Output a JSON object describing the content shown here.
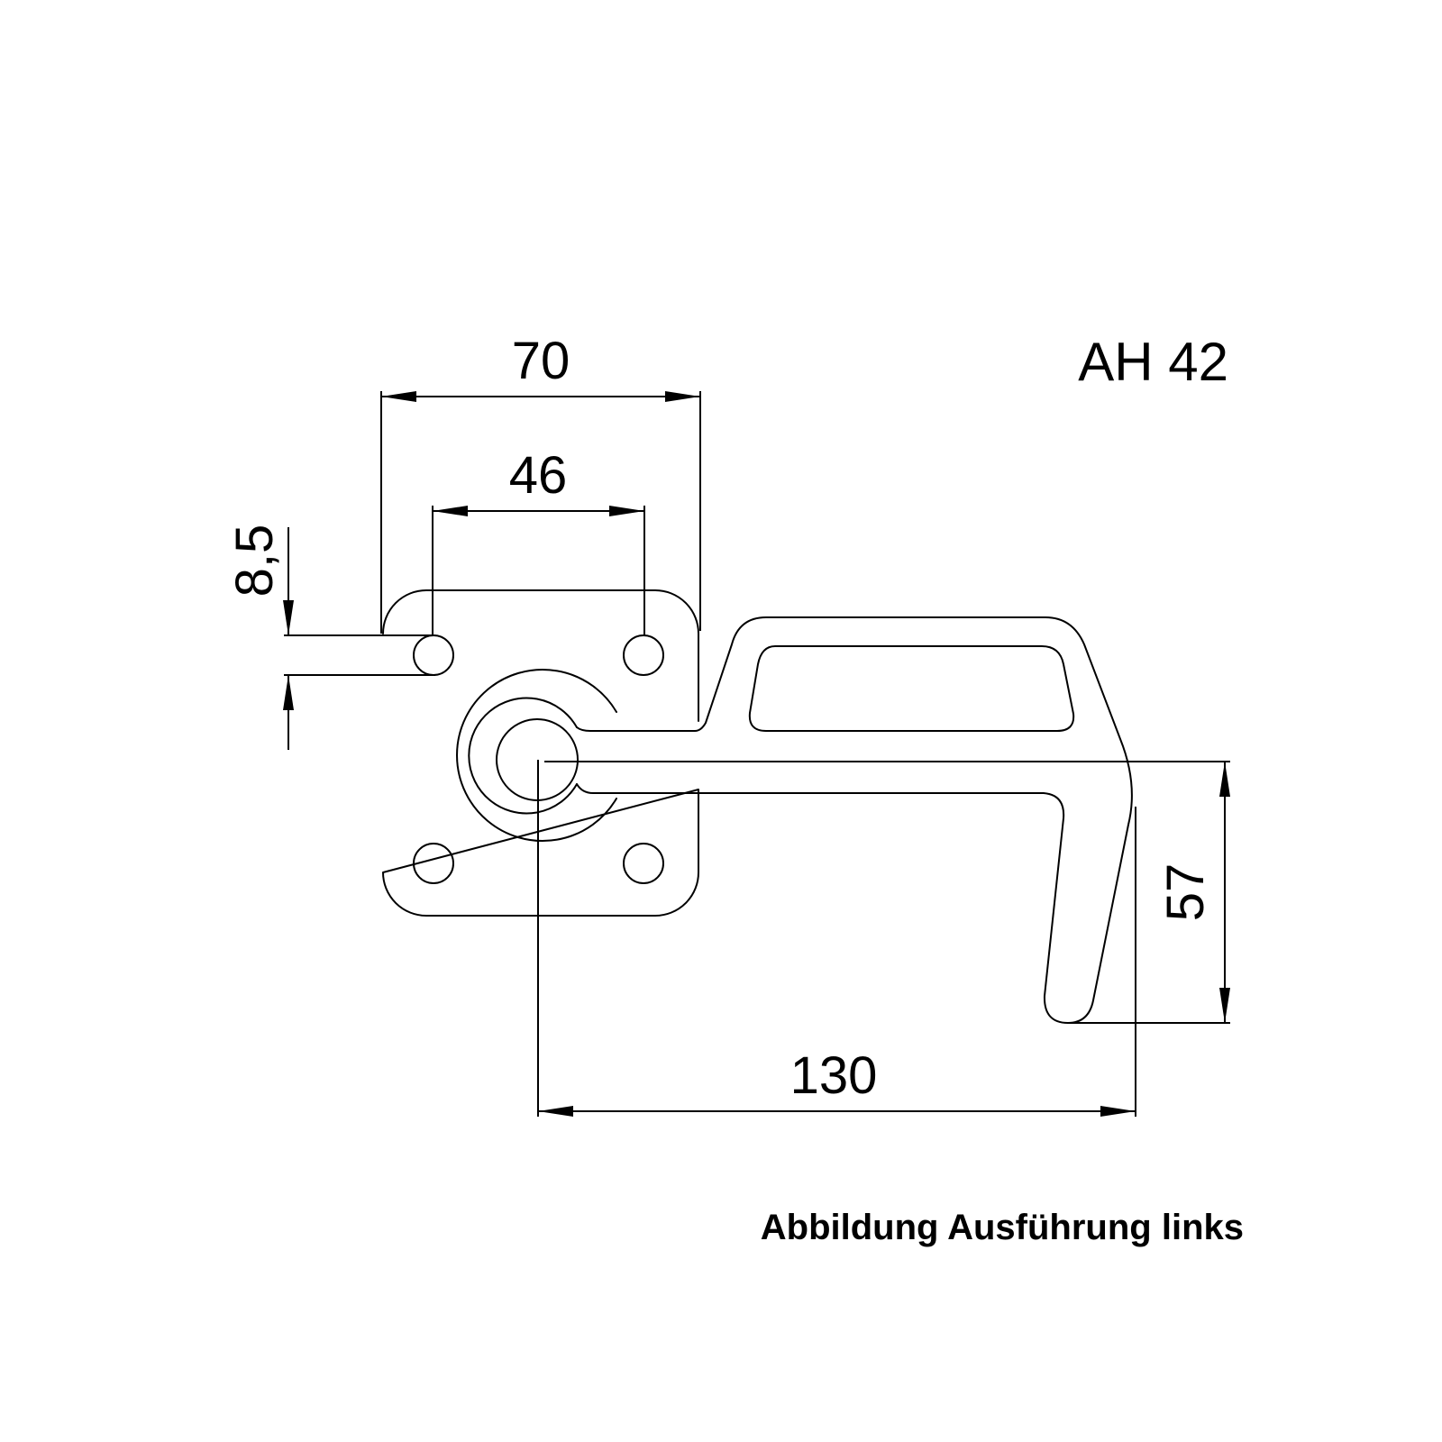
{
  "drawing": {
    "model": "AH 42",
    "caption": "Abbildung Ausführung links",
    "dimensions": {
      "plate_width": "70",
      "hole_spacing": "46",
      "hole_diameter": "8,5",
      "hook_height": "57",
      "overall_length": "130"
    }
  }
}
